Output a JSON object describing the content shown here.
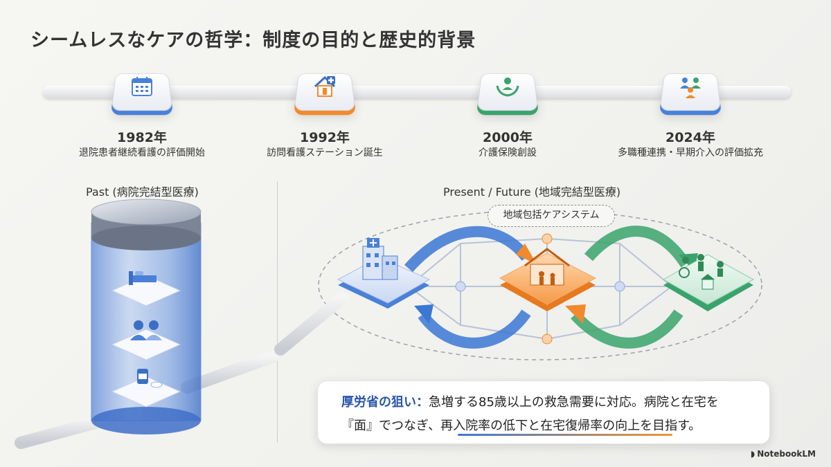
{
  "title": "シームレスなケアの哲学：制度の目的と歴史的背景",
  "timeline": [
    {
      "year": "1982年",
      "desc": "退院患者継続看護の評価開始",
      "icon": "calendar-icon",
      "color": "#4a80d8"
    },
    {
      "year": "1992年",
      "desc": "訪問看護ステーション誕生",
      "icon": "home-nursing-icon",
      "color": "#f08a2c"
    },
    {
      "year": "2000年",
      "desc": "介護保険創設",
      "icon": "care-hands-icon",
      "color": "#3aa36b"
    },
    {
      "year": "2024年",
      "desc": "多職種連携・早期介入の評価拡充",
      "icon": "team-icon",
      "color": "#4a80d8"
    }
  ],
  "past": {
    "label": "Past (病院完結型医療)"
  },
  "present": {
    "label": "Present / Future (地域完結型医療)",
    "badge": "地域包括ケアシステム"
  },
  "callout": {
    "key": "厚労省の狙い：",
    "line1": "急増する85歳以上の救急需要に対応。病院と在宅を",
    "line2_a": "『面』でつなぎ、",
    "line2_b": "再入院率の低下と在宅復帰率の向上を目指す。"
  },
  "brand": "NotebookLM",
  "colors": {
    "blue": "#4a80d8",
    "orange": "#f08a2c",
    "green": "#3aa36b"
  }
}
